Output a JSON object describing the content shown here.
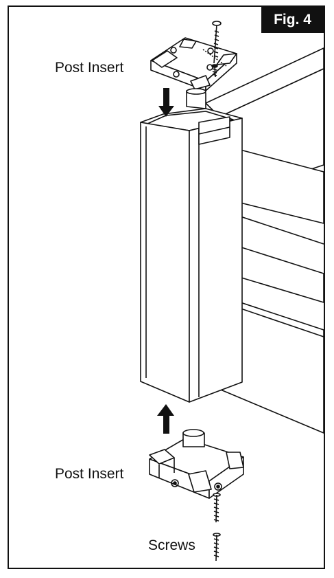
{
  "figure": {
    "badge": "Fig. 4",
    "labels": {
      "top_insert": "Post Insert",
      "bottom_insert": "Post Insert",
      "screws": "Screws"
    }
  },
  "colors": {
    "line": "#111111",
    "badge_bg": "#111111",
    "badge_text": "#ffffff",
    "background": "#ffffff"
  },
  "icons": {
    "arrow_down": "arrow-down-icon",
    "arrow_up": "arrow-up-icon",
    "screw": "screw-icon"
  }
}
